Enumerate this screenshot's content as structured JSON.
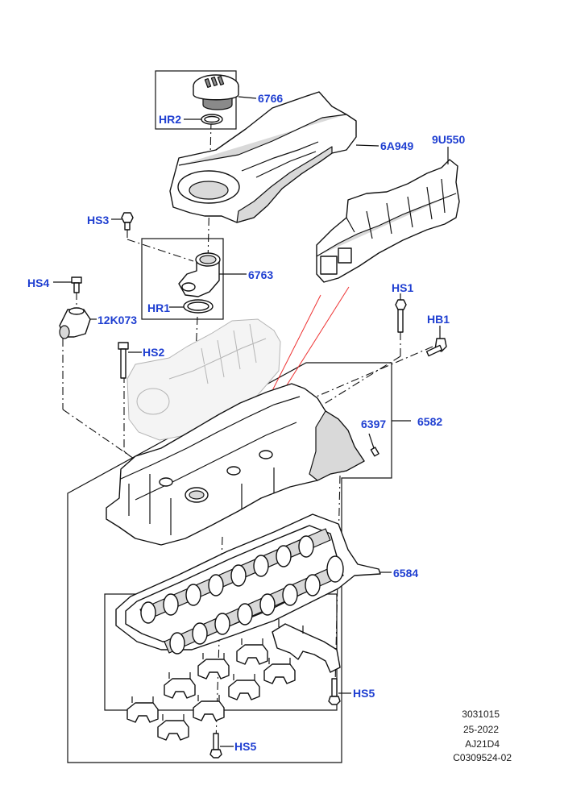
{
  "colors": {
    "callout": "#1f3fd1",
    "line": "#111111",
    "highlight": "#e33333"
  },
  "callouts": {
    "c6766": "6766",
    "hr2": "HR2",
    "c6a949": "6A949",
    "c9u550": "9U550",
    "hs3": "HS3",
    "c6763": "6763",
    "hs4": "HS4",
    "hr1": "HR1",
    "c12k073": "12K073",
    "hs1": "HS1",
    "hb1": "HB1",
    "hs2": "HS2",
    "c6397": "6397",
    "c6582": "6582",
    "c6584": "6584",
    "hs5a": "HS5",
    "hs5b": "HS5"
  },
  "metadata": {
    "line1": "3031015",
    "line2": "25-2022",
    "line3": "AJ21D4",
    "line4": "C0309524-02"
  }
}
